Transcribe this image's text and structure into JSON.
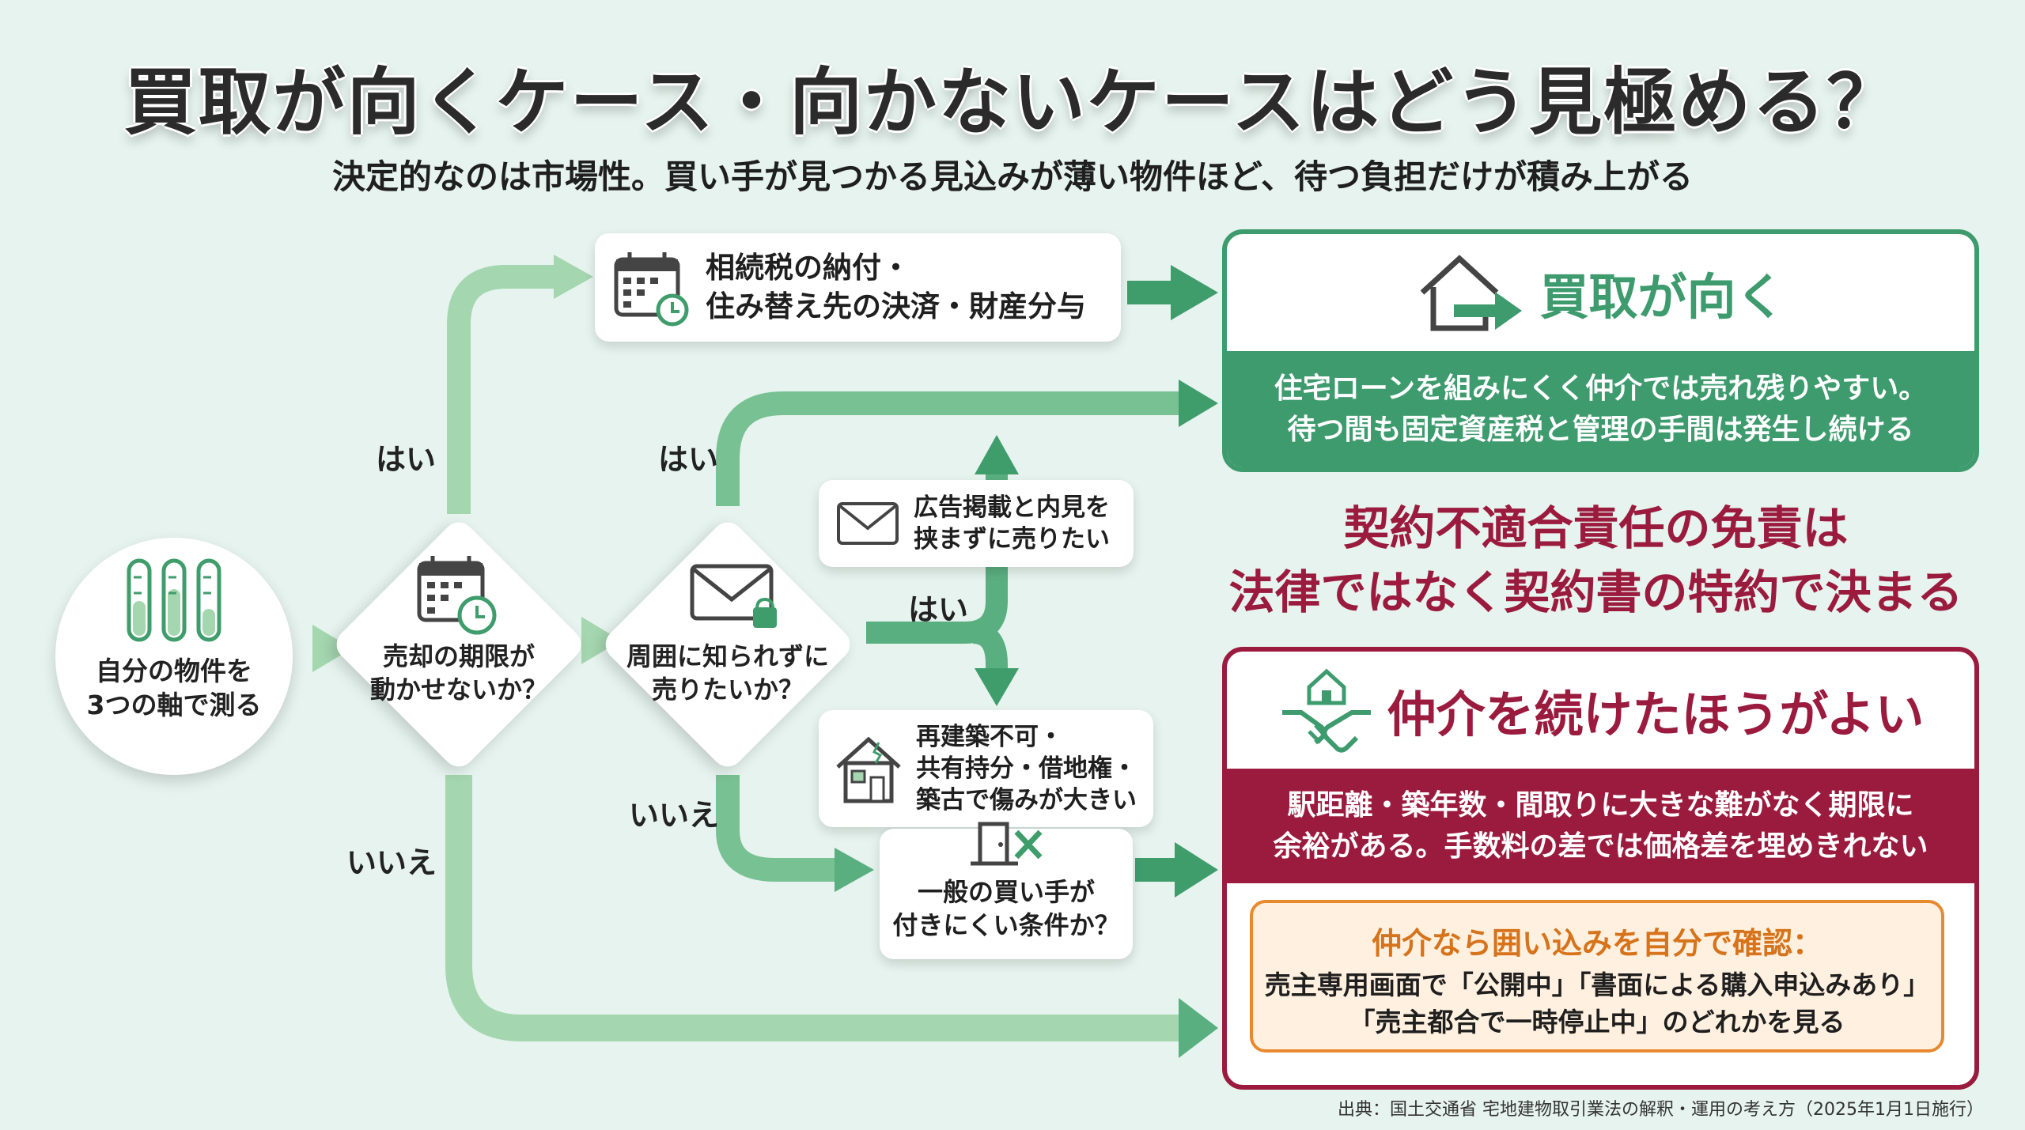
{
  "title": "買取が向くケース・向かないケースはどう見極める？",
  "subtitle": "決定的なのは市場性。買い手が見つかる見込みが薄い物件ほど、待つ負担だけが積み上がる",
  "start": {
    "label": "自分の物件を\n3つの軸で測る",
    "icon": "thermometer-gauges-icon"
  },
  "q1": {
    "label": "売却の期限が\n動かせないか？",
    "icon": "calendar-clock-icon"
  },
  "q2": {
    "label": "周囲に知られずに\n売りたいか？",
    "icon": "envelope-lock-icon"
  },
  "q3": {
    "label": "一般の買い手が\n付きにくい条件か？",
    "icon": "door-cross-icon"
  },
  "branch_labels": {
    "yes": "はい",
    "no": "いいえ"
  },
  "cards": {
    "inheritance": {
      "text": "相続税の納付・\n住み替え先の決済・財産分与",
      "icon": "calendar-clock-icon"
    },
    "private": {
      "text": "広告掲載と内見を\n挟まずに売りたい",
      "icon": "envelope-icon"
    },
    "condition": {
      "text": "再建築不可・\n共有持分・借地権・\n築古で傷みが大きい",
      "icon": "damaged-house-icon"
    }
  },
  "result_buy": {
    "title": "買取が向く",
    "icon": "house-arrow-icon",
    "desc": "住宅ローンを組みにくく仲介では売れ残りやすい。\n待つ間も固定資産税と管理の手間は発生し続ける"
  },
  "center_message": "契約不適合責任の免責は\n法律ではなく契約書の特約で決まる",
  "result_broker": {
    "title": "仲介を続けたほうがよい",
    "icon": "handshake-house-icon",
    "desc": "駅距離・築年数・間取りに大きな難がなく期限に\n余裕がある。手数料の差では価格差を埋めきれない",
    "note_title": "仲介なら囲い込みを自分で確認：",
    "note_body": "売主専用画面で「公開中」「書面による購入申込みあり」\n「売主都合で一時停止中」のどれかを見る"
  },
  "source": "出典：国土交通省 宅地建物取引業法の解釈・運用の考え方（2025年1月1日施行）",
  "colors": {
    "green": "#3d9b6e",
    "arrow_light": "#a4d6af",
    "arrow_dark": "#3f9d6c",
    "red": "#9b1b3e",
    "orange": "#e8892e"
  }
}
